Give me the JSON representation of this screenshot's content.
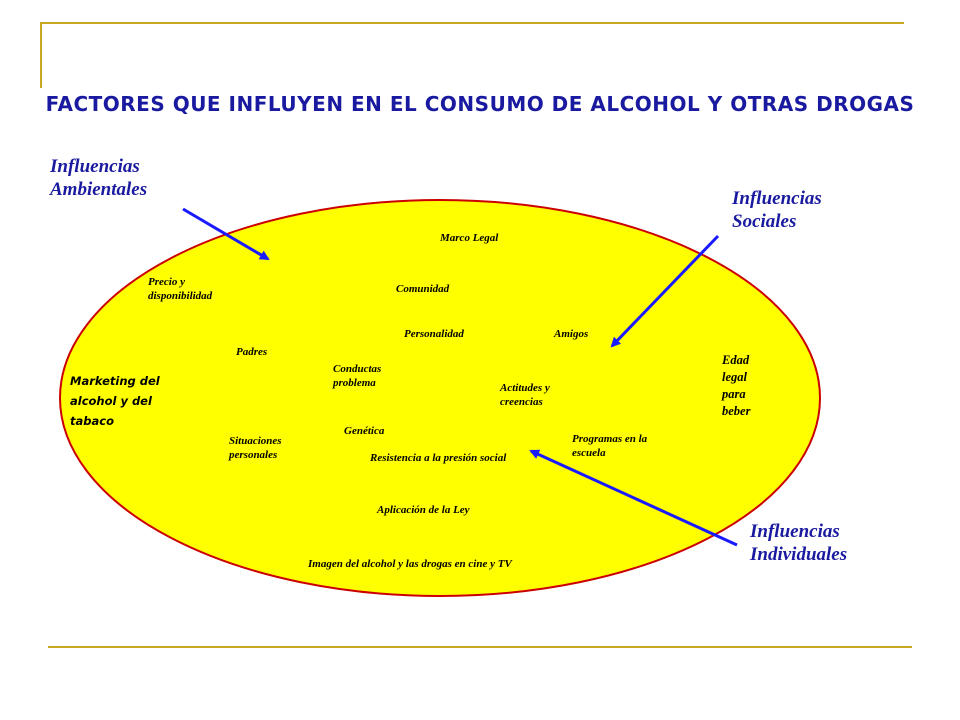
{
  "title": "FACTORES QUE INFLUYEN EN EL CONSUMO DE ALCOHOL Y OTRAS DROGAS",
  "influences": {
    "ambientales": [
      "Influencias",
      "Ambientales"
    ],
    "sociales": [
      "Influencias",
      "Sociales"
    ],
    "individuales": [
      "Influencias",
      "Individuales"
    ]
  },
  "factors": {
    "marco_legal": "Marco Legal",
    "precio": [
      "Precio y",
      "disponibilidad"
    ],
    "comunidad": "Comunidad",
    "personalidad": "Personalidad",
    "amigos": "Amigos",
    "padres": "Padres",
    "marketing": [
      "Marketing del",
      "alcohol y del",
      "tabaco"
    ],
    "conductas": [
      "Conductas",
      "problema"
    ],
    "actitudes": [
      "Actitudes y",
      "creencias"
    ],
    "edad": [
      "Edad",
      "legal",
      "para",
      "beber"
    ],
    "genetica": "Genética",
    "situaciones": [
      "Situaciones",
      "personales"
    ],
    "resistencia": "Resistencia a la presión social",
    "programas": [
      "Programas en la",
      "escuela"
    ],
    "aplicacion": "Aplicación de la Ley",
    "imagen": "Imagen del alcohol y las drogas en cine y TV"
  },
  "colors": {
    "ellipse_fill": "#ffff00",
    "ellipse_stroke": "#cc0000",
    "arrow": "#1a1aff",
    "influence_text": "#1a1aa0",
    "frame": "#c8a820"
  }
}
